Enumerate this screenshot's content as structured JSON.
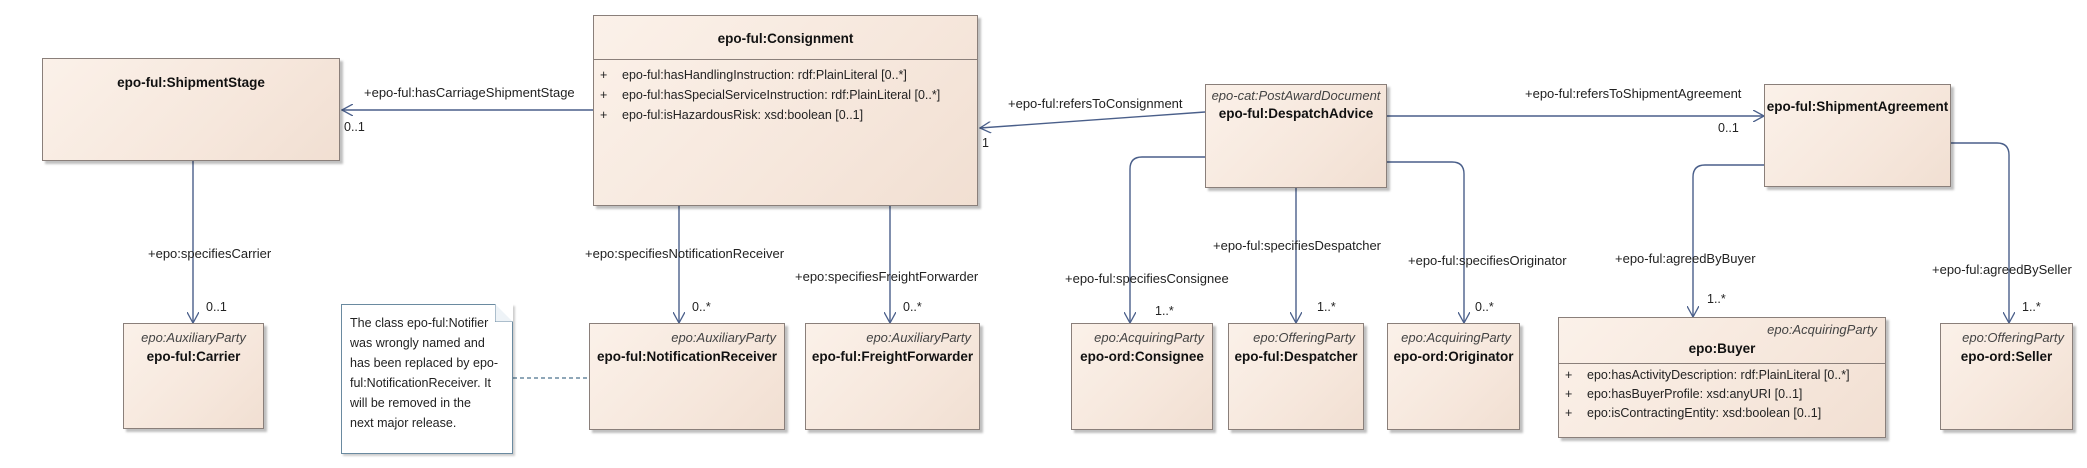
{
  "classes": {
    "shipment_stage": {
      "stereotype": "",
      "name": "epo-ful:ShipmentStage"
    },
    "consignment": {
      "stereotype": "",
      "name": "epo-ful:Consignment",
      "attributes": [
        {
          "vis": "+",
          "text": "epo-ful:hasHandlingInstruction: rdf:PlainLiteral [0..*]"
        },
        {
          "vis": "+",
          "text": "epo-ful:hasSpecialServiceInstruction: rdf:PlainLiteral [0..*]"
        },
        {
          "vis": "+",
          "text": "epo-ful:isHazardousRisk: xsd:boolean [0..1]"
        }
      ]
    },
    "despatch_advice": {
      "stereotype": "epo-cat:PostAwardDocument",
      "name": "epo-ful:DespatchAdvice"
    },
    "shipment_agreement": {
      "stereotype": "",
      "name": "epo-ful:ShipmentAgreement"
    },
    "carrier": {
      "stereotype": "epo:AuxiliaryParty",
      "name": "epo-ful:Carrier"
    },
    "notification_receiver": {
      "stereotype": "epo:AuxiliaryParty",
      "name": "epo-ful:NotificationReceiver"
    },
    "freight_forwarder": {
      "stereotype": "epo:AuxiliaryParty",
      "name": "epo-ful:FreightForwarder"
    },
    "consignee": {
      "stereotype": "epo:AcquiringParty",
      "name": "epo-ord:Consignee"
    },
    "despatcher": {
      "stereotype": "epo:OfferingParty",
      "name": "epo-ful:Despatcher"
    },
    "originator": {
      "stereotype": "epo:AcquiringParty",
      "name": "epo-ord:Originator"
    },
    "buyer": {
      "stereotype": "epo:AcquiringParty",
      "name": "epo:Buyer",
      "attributes": [
        {
          "vis": "+",
          "text": "epo:hasActivityDescription: rdf:PlainLiteral [0..*]"
        },
        {
          "vis": "+",
          "text": "epo:hasBuyerProfile: xsd:anyURI [0..1]"
        },
        {
          "vis": "+",
          "text": "epo:isContractingEntity: xsd:boolean [0..1]"
        }
      ]
    },
    "seller": {
      "stereotype": "epo:OfferingParty",
      "name": "epo-ord:Seller"
    }
  },
  "associations": {
    "has_carriage_shipment_stage": {
      "label": "+epo-ful:hasCarriageShipmentStage",
      "multiplicity": "0..1"
    },
    "refers_to_consignment": {
      "label": "+epo-ful:refersToConsignment",
      "multiplicity": "1"
    },
    "refers_to_shipment_agreement": {
      "label": "+epo-ful:refersToShipmentAgreement",
      "multiplicity": "0..1"
    },
    "specifies_carrier": {
      "label": "+epo:specifiesCarrier",
      "multiplicity": "0..1"
    },
    "specifies_notification_receiver": {
      "label": "+epo:specifiesNotificationReceiver",
      "multiplicity": "0..*"
    },
    "specifies_freight_forwarder": {
      "label": "+epo:specifiesFreightForwarder",
      "multiplicity": "0..*"
    },
    "specifies_consignee": {
      "label": "+epo-ful:specifiesConsignee",
      "multiplicity": "1..*"
    },
    "specifies_despatcher": {
      "label": "+epo-ful:specifiesDespatcher",
      "multiplicity": "1..*"
    },
    "specifies_originator": {
      "label": "+epo-ful:specifiesOriginator",
      "multiplicity": "0..*"
    },
    "agreed_by_buyer": {
      "label": "+epo-ful:agreedByBuyer",
      "multiplicity": "1..*"
    },
    "agreed_by_seller": {
      "label": "+epo-ful:agreedBySeller",
      "multiplicity": "1..*"
    }
  },
  "note": {
    "lines": [
      "The class epo-ful:Notifier",
      "was wrongly named and",
      "has been replaced by epo-",
      "ful:NotificationReceiver. It",
      "will be removed in the",
      "next major release."
    ]
  },
  "colors": {
    "line": "#4a5f8a",
    "box_border": "#8a7f7a",
    "box_fill": "#f6e7dc",
    "note_border": "#6a8aa0"
  }
}
